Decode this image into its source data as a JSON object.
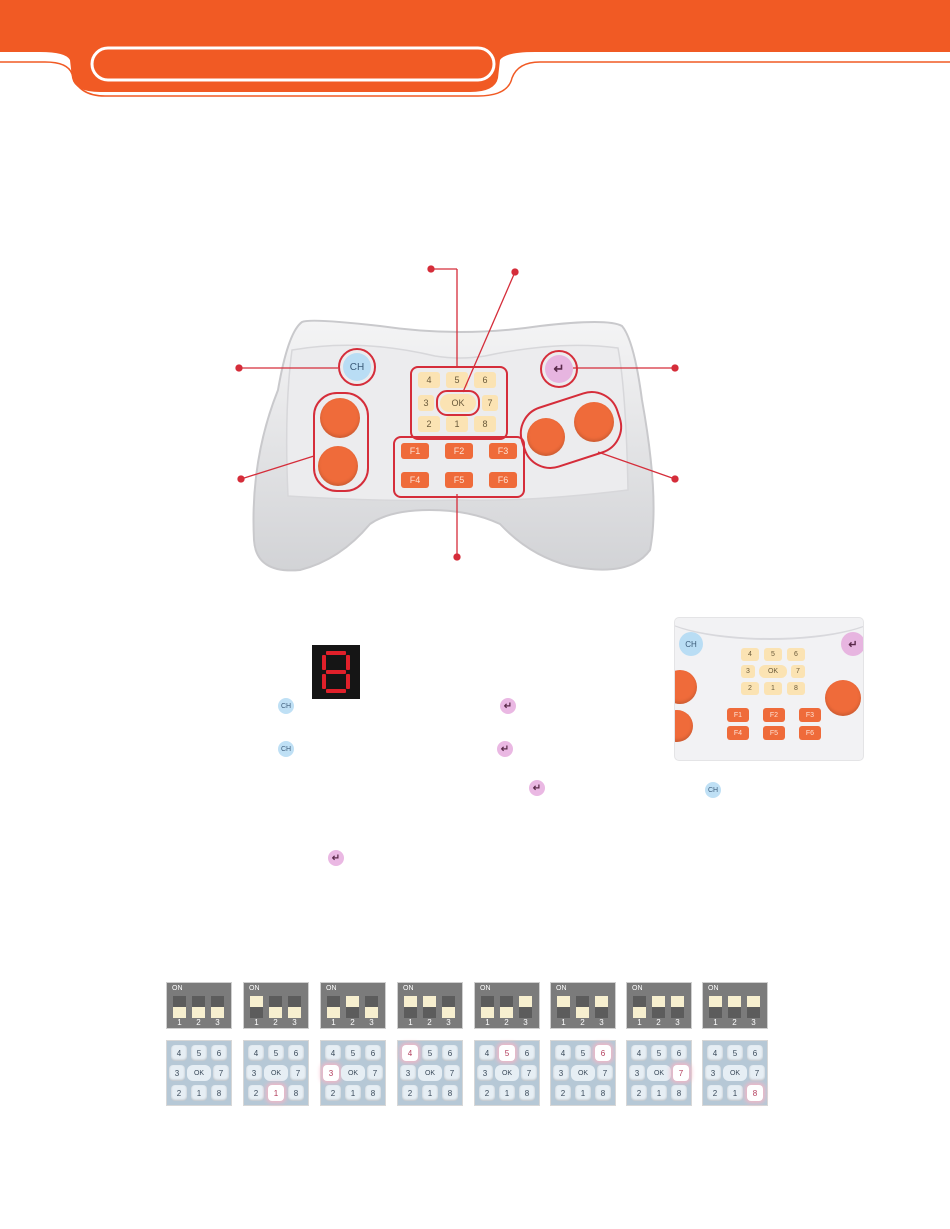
{
  "colors": {
    "header_orange": "#f15a24",
    "highlight_red": "#d52d3a",
    "key_yellow": "#fbe3b3",
    "key_orange": "#ef6b3a",
    "ch_blue": "#b9ddf4",
    "enter_pink": "#e7b5e0"
  },
  "controller": {
    "ch_label": "CH",
    "enter_symbol": "↵",
    "numpad": {
      "row1": [
        "4",
        "5",
        "6"
      ],
      "left": "3",
      "ok": "OK",
      "right": "7",
      "row3": [
        "2",
        "1",
        "8"
      ]
    },
    "fkeys": [
      "F1",
      "F2",
      "F3",
      "F4",
      "F5",
      "F6"
    ]
  },
  "inline_icons": {
    "ch": "CH",
    "enter": "↵"
  },
  "photo": {
    "ch_label": "CH",
    "enter_symbol": "↵",
    "numpad": [
      "4",
      "5",
      "6",
      "3",
      "OK",
      "7",
      "2",
      "1",
      "8"
    ],
    "fkeys": [
      "F1",
      "F2",
      "F3",
      "F4",
      "F5",
      "F6"
    ]
  },
  "segment_display": {
    "digit": "8"
  },
  "dip_switches": {
    "on_label": "ON",
    "position_labels": [
      "1",
      "2",
      "3"
    ],
    "settings": [
      [
        0,
        0,
        0
      ],
      [
        1,
        0,
        0
      ],
      [
        0,
        1,
        0
      ],
      [
        1,
        1,
        0
      ],
      [
        0,
        0,
        1
      ],
      [
        1,
        0,
        1
      ],
      [
        0,
        1,
        1
      ],
      [
        1,
        1,
        1
      ]
    ]
  },
  "keypad_thumbs": {
    "keys": [
      "4",
      "5",
      "6",
      "3",
      "OK",
      "7",
      "2",
      "1",
      "8"
    ],
    "lit_key": [
      "",
      "1",
      "3",
      "4",
      "5",
      "6",
      "7",
      "8"
    ]
  }
}
